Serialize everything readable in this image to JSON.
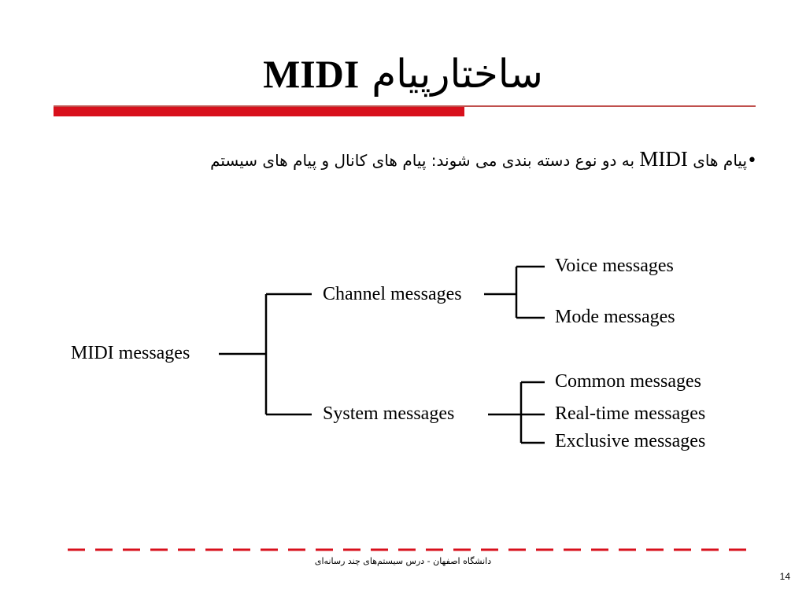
{
  "slide": {
    "title_latin": "MIDI",
    "title_persian": "ساختارپیام",
    "bullet_before": "پیام های ",
    "bullet_latin": "MIDI",
    "bullet_after": " به دو نوع دسته بندی می شوند: پیام های کانال و پیام های سیستم",
    "bullet_symbol": "•"
  },
  "diagram": {
    "root": "MIDI messages",
    "branches": [
      {
        "label": "Channel messages",
        "children": [
          "Voice messages",
          "Mode messages"
        ]
      },
      {
        "label": "System messages",
        "children": [
          "Common messages",
          "Real-time messages",
          "Exclusive messages"
        ]
      }
    ]
  },
  "footer": {
    "text": "دانشگاه اصفهان - درس سیستم‌های چند رسانه‌ای",
    "page_number": "14"
  },
  "colors": {
    "accent_red": "#d8101c",
    "rule_thin": "#c0504d",
    "text": "#000000"
  }
}
